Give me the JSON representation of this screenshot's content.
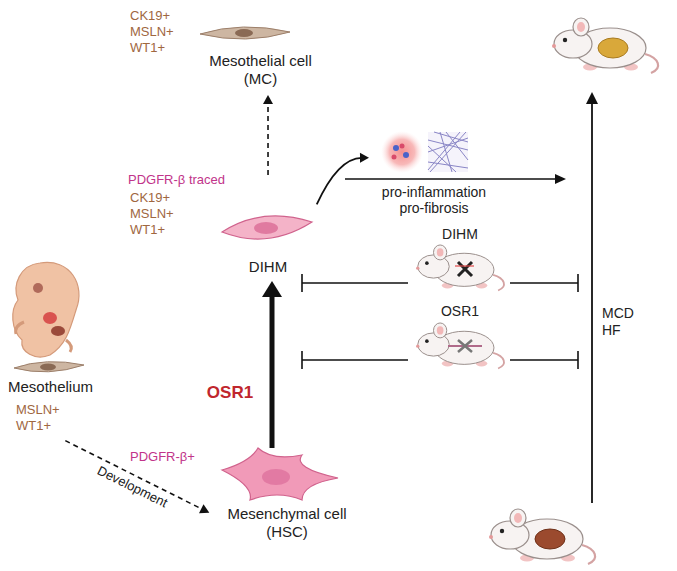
{
  "diagram": {
    "nodes": [
      {
        "text": [
          "CK19+ MSLN+ WT1+",
          "Mesothelial cell (MC)"
        ]
      },
      {
        "text": [
          "PDGFR-β traced",
          "CK19+ MSLN+ WT1+",
          "DIHM"
        ]
      },
      {
        "text": [
          "Mesothelium",
          "MSLN+ WT1+"
        ]
      },
      {
        "text": [
          "PDGFR-β+",
          "Mesenchymal cell (HSC)"
        ]
      },
      {
        "text": [
          "pro-inflammation pro-fibrosis"
        ]
      },
      {
        "text": [
          "DIHM"
        ]
      },
      {
        "text": [
          "OSR1"
        ]
      }
    ],
    "edges": [
      {
        "from": 1,
        "to": 0,
        "arrow": "to"
      },
      {
        "from": 2,
        "to": 3,
        "label": "Development",
        "arrow": "to"
      },
      {
        "from": 3,
        "to": 1,
        "label": "OSR1",
        "arrow": "to"
      },
      {
        "from": 1,
        "to": 4,
        "arrow": "to"
      }
    ],
    "labels": [
      "MCD HF"
    ]
  }
}
